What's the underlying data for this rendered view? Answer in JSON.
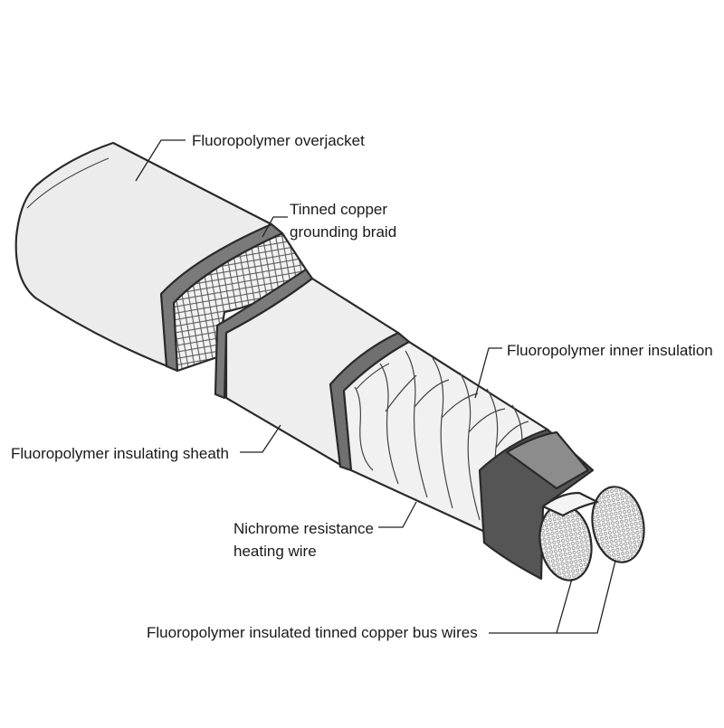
{
  "labels": {
    "overjacket": "Fluoropolymer  overjacket",
    "braid_line1": "Tinned copper",
    "braid_line2": "grounding braid",
    "inner_insulation": "Fluoropolymer inner insulation",
    "sheath": "Fluoropolymer insulating sheath",
    "heating_line1": "Nichrome resistance",
    "heating_line2": "heating wire",
    "bus_wires": "Fluoropolymer insulated tinned copper bus wires"
  },
  "colors": {
    "jacket": "#ececec",
    "ring_dark": "#6f6f6f",
    "core_dark": "#5a5a5a",
    "core_mid": "#8a8a8a"
  }
}
